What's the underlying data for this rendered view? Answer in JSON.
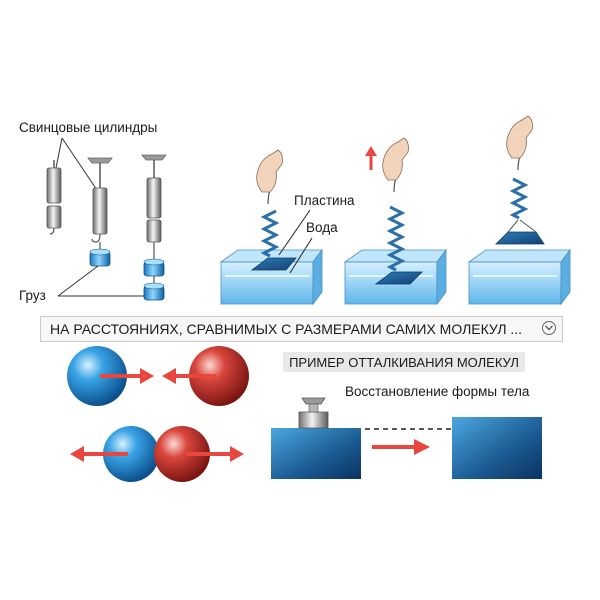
{
  "labels": {
    "lead_cylinders": "Свинцовые цилиндры",
    "weight": "Груз",
    "plate": "Пластина",
    "water": "Вода"
  },
  "section_bar": {
    "text": "НА РАССТОЯНИЯХ, СРАВНИМЫХ С РАЗМЕРАМИ САМИХ МОЛЕКУЛ ...",
    "toggle_icon": "chevron-down-icon"
  },
  "repulsion": {
    "tag": "ПРИМЕР ОТТАЛКИВАНИЯ МОЛЕКУЛ",
    "caption": "Восстановление формы тела"
  },
  "colors": {
    "molecule_blue": "#1f7fc4",
    "molecule_red": "#c0302e",
    "arrow_red": "#e8473f",
    "water": "#7fcaf0",
    "spring": "#2d6fa8",
    "body_block": "#1d5f92"
  }
}
